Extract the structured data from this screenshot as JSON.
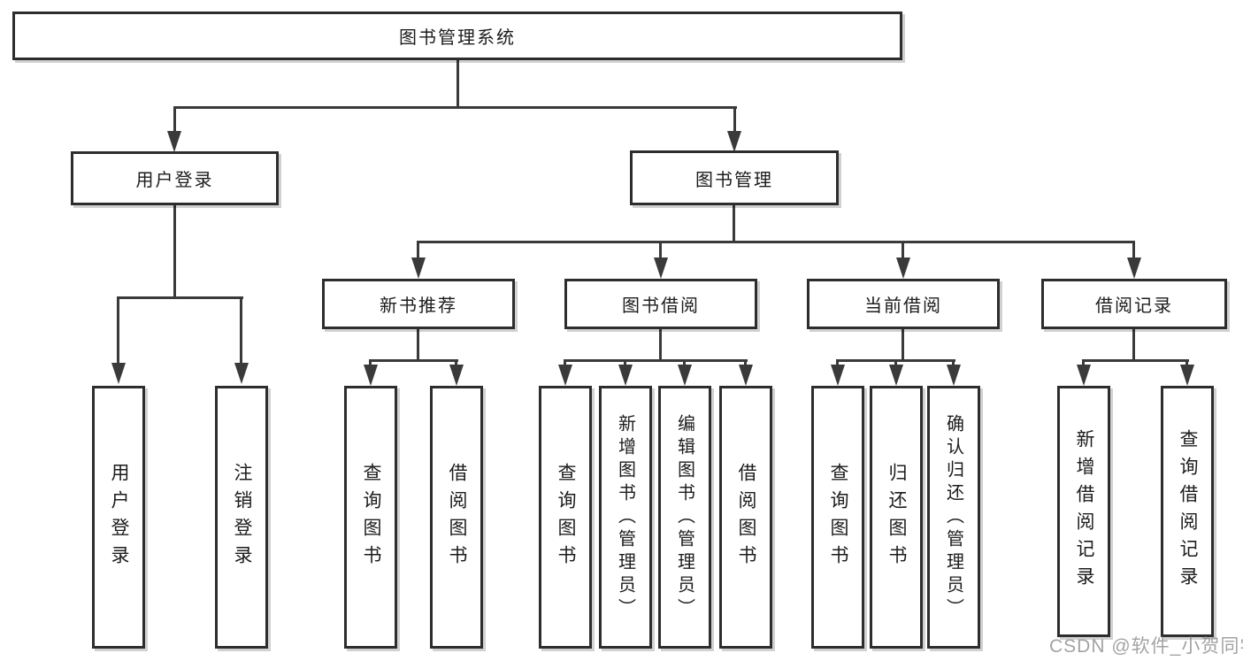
{
  "diagram_type": "tree",
  "colors": {
    "line": "#3a3a3a",
    "border": "#2d2d2d",
    "text": "#1c1c1c",
    "background": "#ffffff",
    "watermark": "#8c8c8c"
  },
  "nodes": {
    "root": "图书管理系统",
    "user_login": "用户登录",
    "book_management": "图书管理",
    "new_book_recommend": "新书推荐",
    "book_borrow": "图书借阅",
    "current_borrow": "当前借阅",
    "borrow_record": "借阅记录",
    "leaf_user_login": "用户登录",
    "leaf_logout_login": "注销登录",
    "leaf_query_book_recommend": "查询图书",
    "leaf_borrow_book_recommend": "借阅图书",
    "leaf_query_book_borrow": "查询图书",
    "leaf_add_book_admin": "新增图书（管理员）",
    "leaf_edit_book_admin": "编辑图书（管理员）",
    "leaf_borrow_book_borrow": "借阅图书",
    "leaf_query_book_current": "查询图书",
    "leaf_return_book": "归还图书",
    "leaf_confirm_return_admin": "确认归还（管理员）",
    "leaf_add_borrow_record": "新增借阅记录",
    "leaf_query_borrow_record": "查询借阅记录"
  },
  "edges": [
    [
      "图书管理系统",
      "用户登录"
    ],
    [
      "图书管理系统",
      "图书管理"
    ],
    [
      "用户登录",
      "用户登录(叶)"
    ],
    [
      "用户登录",
      "注销登录"
    ],
    [
      "图书管理",
      "新书推荐"
    ],
    [
      "图书管理",
      "图书借阅"
    ],
    [
      "图书管理",
      "当前借阅"
    ],
    [
      "图书管理",
      "借阅记录"
    ],
    [
      "新书推荐",
      "查询图书"
    ],
    [
      "新书推荐",
      "借阅图书"
    ],
    [
      "图书借阅",
      "查询图书"
    ],
    [
      "图书借阅",
      "新增图书（管理员）"
    ],
    [
      "图书借阅",
      "编辑图书（管理员）"
    ],
    [
      "图书借阅",
      "借阅图书"
    ],
    [
      "当前借阅",
      "查询图书"
    ],
    [
      "当前借阅",
      "归还图书"
    ],
    [
      "当前借阅",
      "确认归还（管理员）"
    ],
    [
      "借阅记录",
      "新增借阅记录"
    ],
    [
      "借阅记录",
      "查询借阅记录"
    ]
  ],
  "watermark": "CSDN @软件_小贺同学"
}
